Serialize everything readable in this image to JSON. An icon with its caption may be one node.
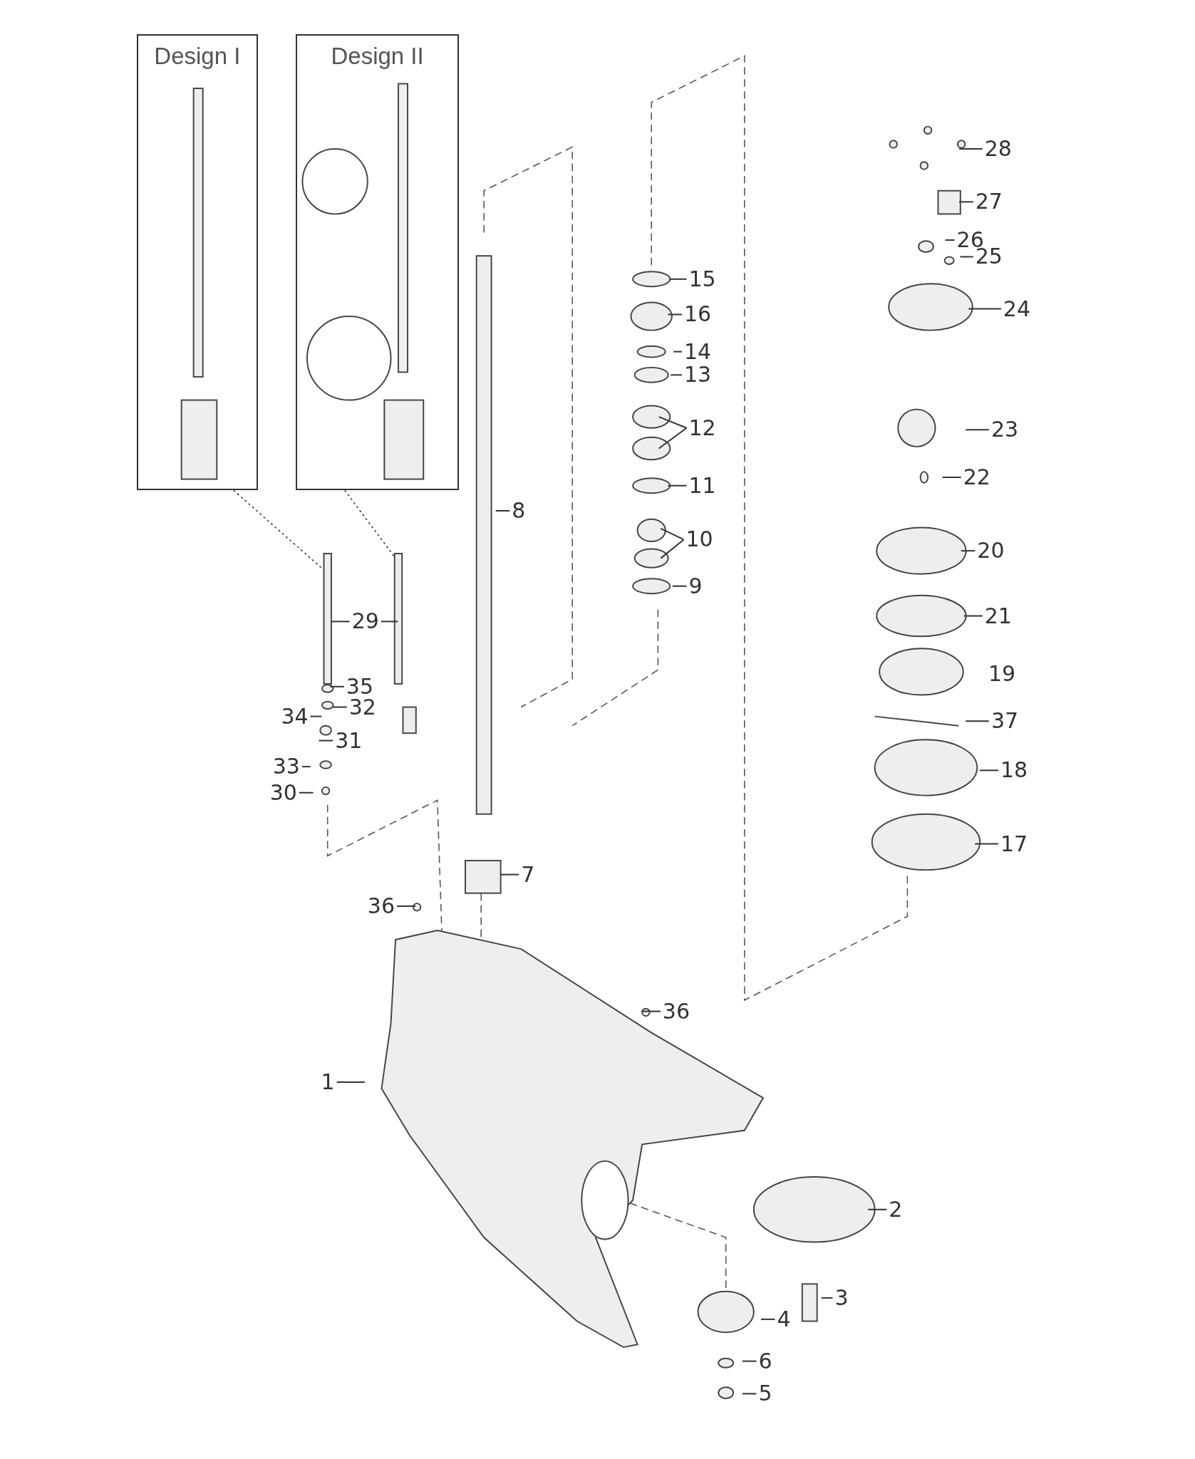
{
  "diagram": {
    "nodes": [
      {
        "text": [
          "Design I"
        ]
      },
      {
        "text": [
          "Design II"
        ]
      },
      {
        "text": [
          "28"
        ]
      },
      {
        "text": [
          "27"
        ]
      },
      {
        "text": [
          "26"
        ]
      },
      {
        "text": [
          "25"
        ]
      },
      {
        "text": [
          "24"
        ]
      },
      {
        "text": [
          "15"
        ]
      },
      {
        "text": [
          "16"
        ]
      },
      {
        "text": [
          "14"
        ]
      },
      {
        "text": [
          "13"
        ]
      },
      {
        "text": [
          "12"
        ]
      },
      {
        "text": [
          "11"
        ]
      },
      {
        "text": [
          "10"
        ]
      },
      {
        "text": [
          "9"
        ]
      },
      {
        "text": [
          "8"
        ]
      },
      {
        "text": [
          "23"
        ]
      },
      {
        "text": [
          "22"
        ]
      },
      {
        "text": [
          "20"
        ]
      },
      {
        "text": [
          "21"
        ]
      },
      {
        "text": [
          "37"
        ]
      },
      {
        "text": [
          "18"
        ]
      },
      {
        "text": [
          "17"
        ]
      },
      {
        "text": [
          "29"
        ]
      },
      {
        "text": [
          "35"
        ]
      },
      {
        "text": [
          "32"
        ]
      },
      {
        "text": [
          "34"
        ]
      },
      {
        "text": [
          "31"
        ]
      },
      {
        "text": [
          "33"
        ]
      },
      {
        "text": [
          "30"
        ]
      },
      {
        "text": [
          "7"
        ]
      },
      {
        "text": [
          "36"
        ]
      },
      {
        "text": [
          "36"
        ]
      },
      {
        "text": [
          "1"
        ]
      },
      {
        "text": [
          "2"
        ]
      },
      {
        "text": [
          "3"
        ]
      },
      {
        "text": [
          "4"
        ]
      },
      {
        "text": [
          "6"
        ]
      },
      {
        "text": [
          "5"
        ]
      }
    ],
    "edges": [
      {
        "from": 0,
        "to": null,
        "arrow": "none",
        "style": "dashed"
      },
      {
        "from": 1,
        "to": null,
        "arrow": "none",
        "style": "dashed"
      },
      {
        "from": 2,
        "to": null,
        "arrow": "none"
      },
      {
        "from": 3,
        "to": null,
        "arrow": "none"
      },
      {
        "from": 4,
        "to": null,
        "arrow": "none"
      },
      {
        "from": 5,
        "to": null,
        "arrow": "none"
      },
      {
        "from": 6,
        "to": null,
        "arrow": "none"
      },
      {
        "from": 7,
        "to": null,
        "arrow": "none"
      },
      {
        "from": 8,
        "to": null,
        "arrow": "none"
      },
      {
        "from": 9,
        "to": null,
        "arrow": "none"
      },
      {
        "from": 10,
        "to": null,
        "arrow": "none"
      },
      {
        "from": 11,
        "to": null,
        "arrow": "none"
      },
      {
        "from": 12,
        "to": null,
        "arrow": "none"
      },
      {
        "from": 13,
        "to": null,
        "arrow": "none"
      },
      {
        "from": 14,
        "to": null,
        "arrow": "none"
      },
      {
        "from": 15,
        "to": null,
        "arrow": "none"
      },
      {
        "from": 16,
        "to": null,
        "arrow": "none"
      },
      {
        "from": 17,
        "to": null,
        "arrow": "none"
      },
      {
        "from": 18,
        "to": null,
        "arrow": "none"
      },
      {
        "from": 19,
        "to": null,
        "arrow": "none"
      },
      {
        "from": 20,
        "to": null,
        "arrow": "none"
      },
      {
        "from": 21,
        "to": null,
        "arrow": "none"
      },
      {
        "from": 22,
        "to": null,
        "arrow": "none"
      },
      {
        "from": 23,
        "to": null,
        "arrow": "none"
      },
      {
        "from": 23,
        "to": null,
        "arrow": "none"
      },
      {
        "from": 24,
        "to": null,
        "arrow": "none"
      },
      {
        "from": 25,
        "to": null,
        "arrow": "none"
      },
      {
        "from": 26,
        "to": null,
        "arrow": "none"
      },
      {
        "from": 27,
        "to": null,
        "arrow": "none"
      },
      {
        "from": 28,
        "to": null,
        "arrow": "none"
      },
      {
        "from": 29,
        "to": null,
        "arrow": "none"
      },
      {
        "from": 30,
        "to": null,
        "arrow": "none"
      },
      {
        "from": 31,
        "to": null,
        "arrow": "none"
      },
      {
        "from": 32,
        "to": null,
        "arrow": "none"
      },
      {
        "from": 33,
        "to": null,
        "arrow": "none"
      },
      {
        "from": 34,
        "to": null,
        "arrow": "none"
      },
      {
        "from": 35,
        "to": null,
        "arrow": "none"
      },
      {
        "from": 36,
        "to": null,
        "arrow": "none"
      },
      {
        "from": 37,
        "to": null,
        "arrow": "none"
      },
      {
        "from": 38,
        "to": null,
        "arrow": "none"
      }
    ],
    "labels": [
      "19"
    ]
  }
}
